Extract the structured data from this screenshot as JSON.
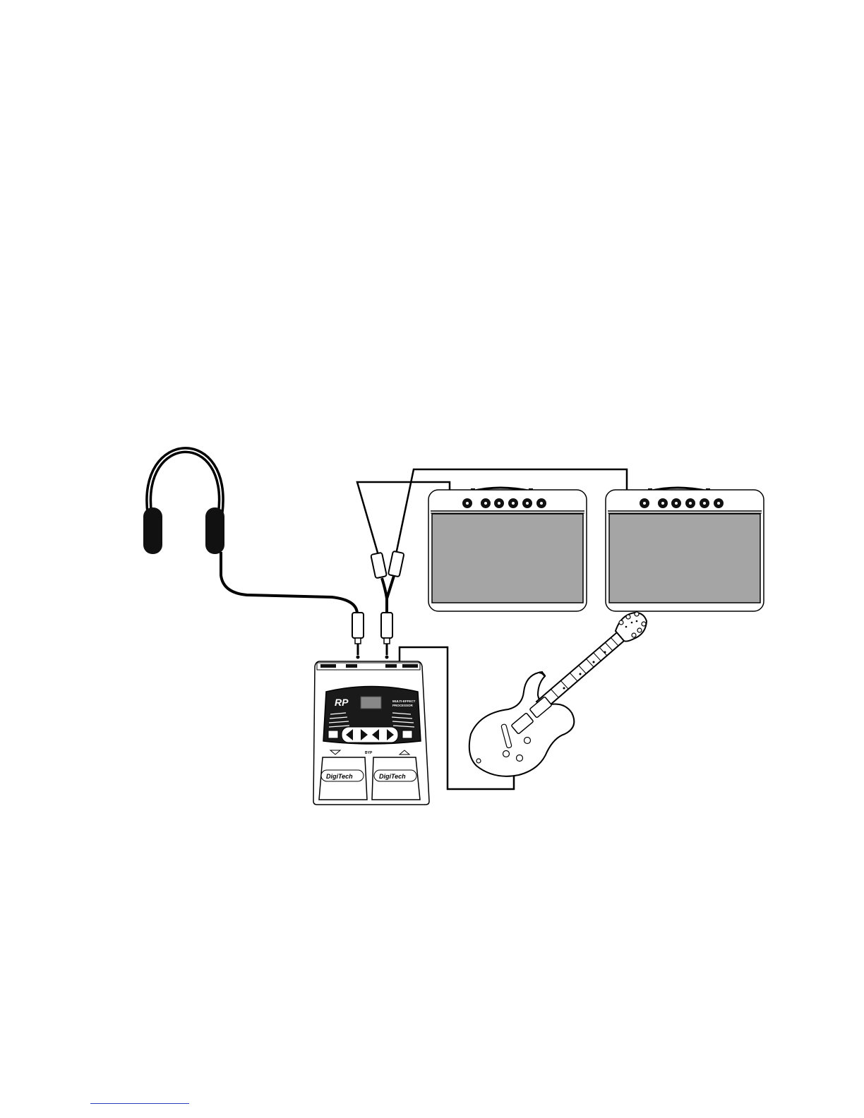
{
  "figure": {
    "description_visible_text": {
      "processor_logo": "RP",
      "processor_subtitle_line1": "MULTI-EFFECT",
      "processor_subtitle_line2": "PROCESSOR",
      "footswitch_brand_left": "DigiTech",
      "footswitch_brand_right": "DigiTech",
      "footswitch_center_label": "BYP"
    },
    "colors": {
      "line": "#000000",
      "amp_grille": "#a5a5a5",
      "footnote_rule": "#2a3fc8"
    },
    "icons": [
      "headphones-icon",
      "guitar-icon",
      "amplifier-icon",
      "amplifier-icon",
      "effects-processor-icon",
      "y-cable-icon"
    ]
  }
}
